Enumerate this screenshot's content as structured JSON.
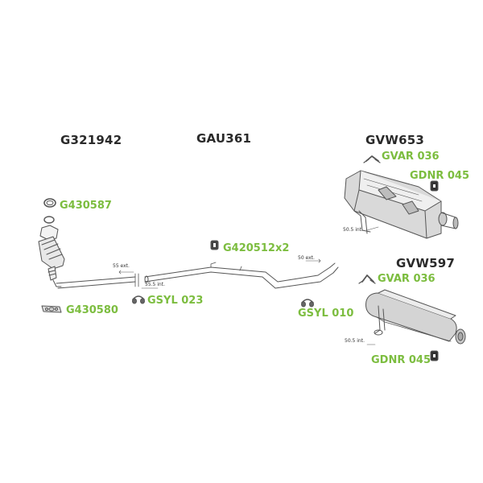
{
  "colors": {
    "part_label": "#7cbd3f",
    "main_label": "#2a2a2a",
    "line": "#555555"
  },
  "main_labels": {
    "catalytic": "G321942",
    "mid_pipe": "GAU361",
    "rear_box_1": "GVW653",
    "rear_box_2": "GVW597"
  },
  "parts": {
    "ring": "G430587",
    "gasket": "G430580",
    "clamp_1": "GSYL 023",
    "clamp_2": "GSYL 010",
    "rubber_mid": "G420512x2",
    "hanger_1": "GVAR 036",
    "rubber_1": "GDNR 045",
    "hanger_2": "GVAR 036",
    "rubber_2": "GDNR 045"
  },
  "dimensions": {
    "d1": "55 ext.",
    "d2": "55.5 int.",
    "d3": "50 ext.",
    "d4": "50.5 int.",
    "d5": "50.5 int."
  },
  "icons": [
    "ring-icon",
    "gasket-icon",
    "clamp-icon",
    "rubber-mount-icon",
    "hanger-icon"
  ]
}
